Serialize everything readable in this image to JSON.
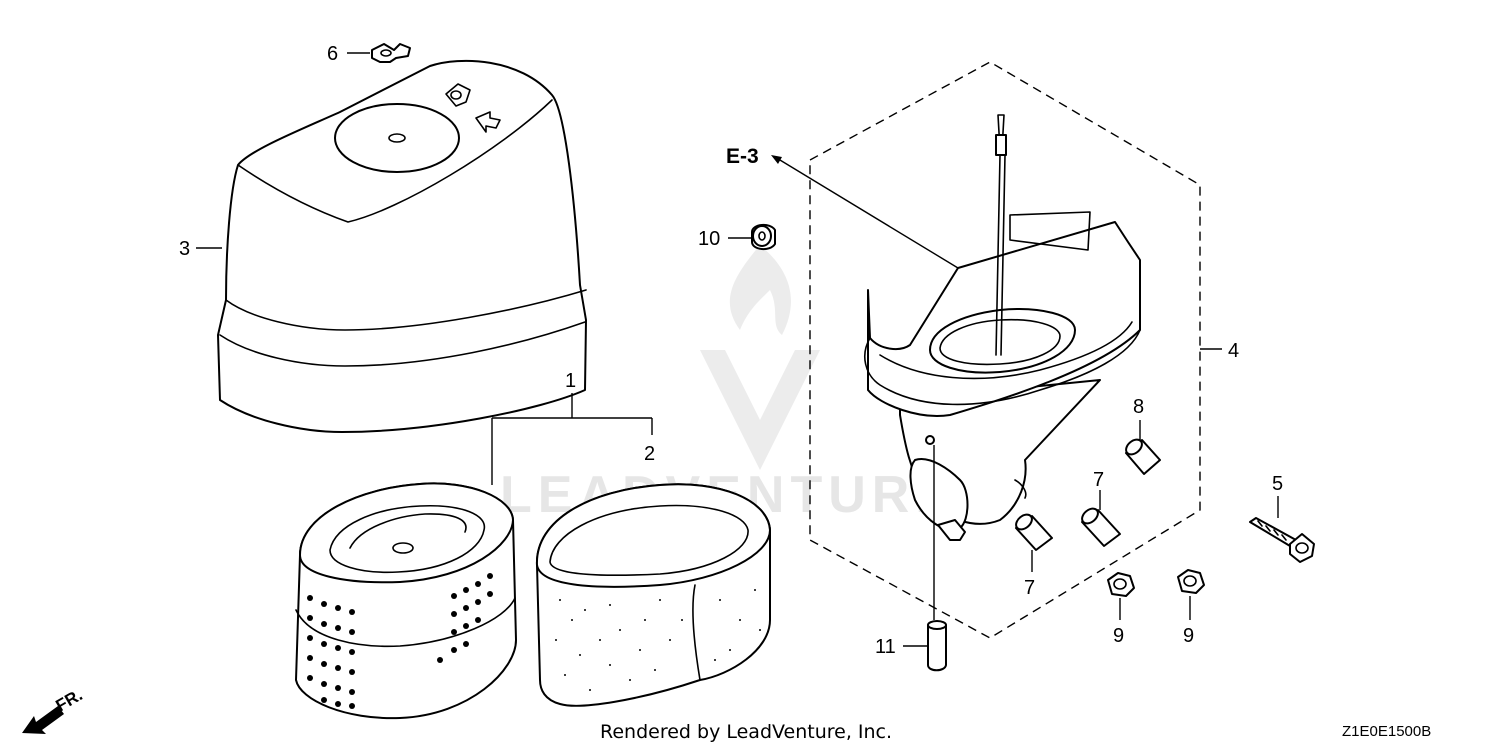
{
  "diagram": {
    "part_labels": {
      "p1": "1",
      "p2": "2",
      "p3": "3",
      "p4": "4",
      "p5": "5",
      "p6": "6",
      "p7a": "7",
      "p7b": "7",
      "p8": "8",
      "p9a": "9",
      "p9b": "9",
      "p10": "10",
      "p11": "11"
    },
    "reference": "E-3",
    "front_marker": "FR.",
    "watermark": "LEADVENTURE",
    "footer": "Rendered by LeadVenture, Inc.",
    "diagram_code": "Z1E0E1500B"
  }
}
